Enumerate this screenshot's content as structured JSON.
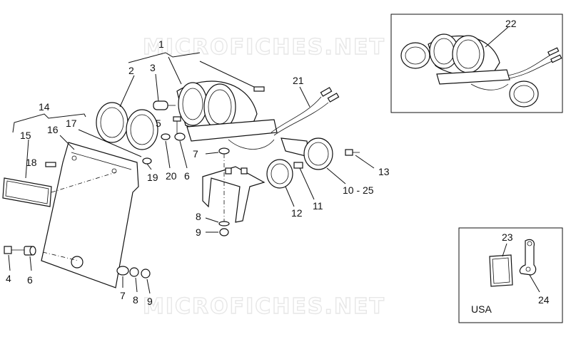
{
  "watermark": {
    "top": "MICROFICHES.NET",
    "bottom": "MICROFICHES.NET"
  },
  "callouts": {
    "c1": "1",
    "c2": "2",
    "c3": "3",
    "c4": "4",
    "c5": "5",
    "c6a": "6",
    "c6b": "6",
    "c7a": "7",
    "c7b": "7",
    "c8a": "8",
    "c8b": "8",
    "c9a": "9",
    "c9b": "9",
    "c10_25": "10 - 25",
    "c11": "11",
    "c12": "12",
    "c13": "13",
    "c14": "14",
    "c15": "15",
    "c16": "16",
    "c17": "17",
    "c18": "18",
    "c19": "19",
    "c20": "20",
    "c21": "21",
    "c22": "22",
    "c23": "23",
    "c24": "24"
  },
  "usa_box": {
    "label": "USA"
  }
}
